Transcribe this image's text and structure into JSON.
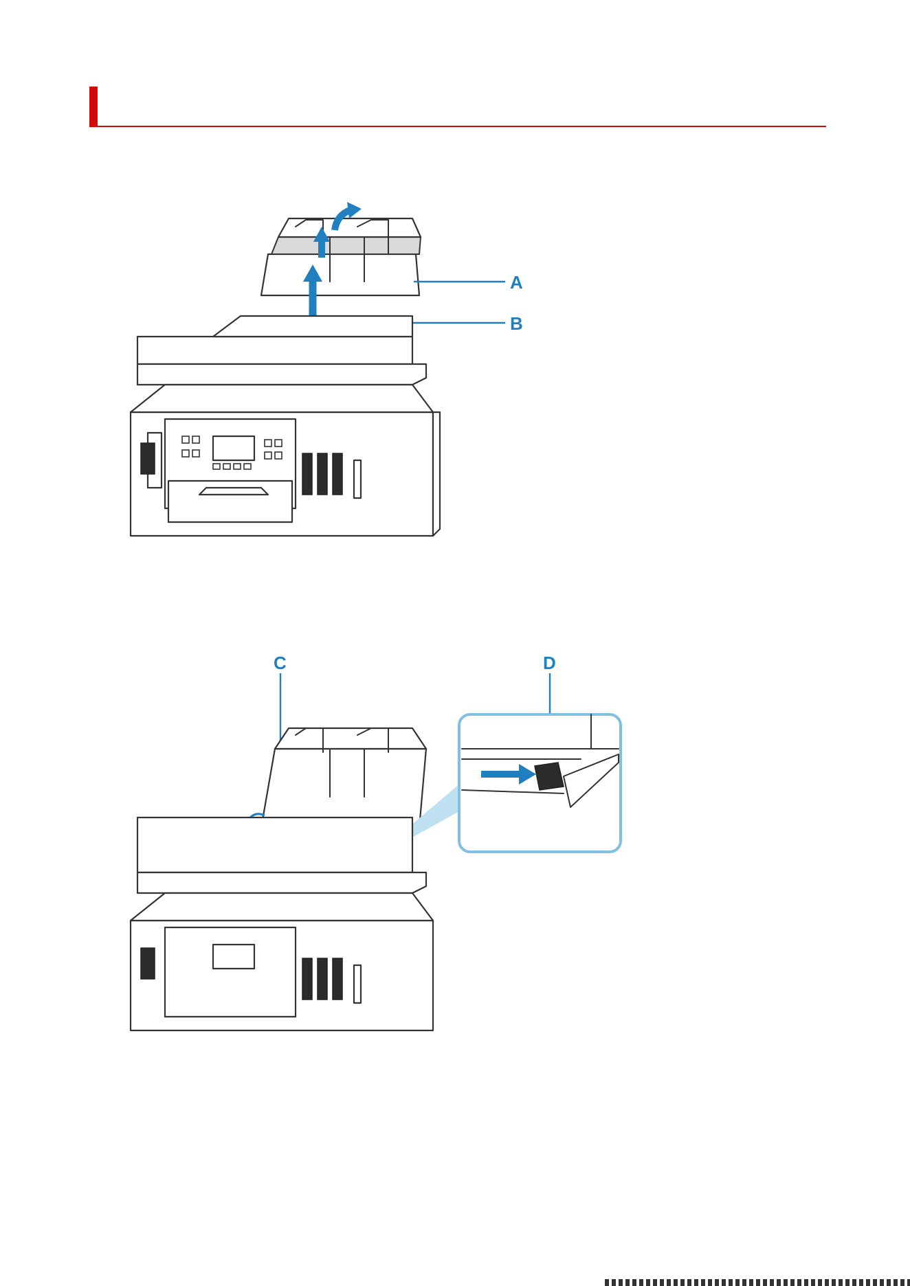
{
  "page": {
    "title": "",
    "accent_color": "#d10a0a",
    "callout_color": "#1f7fbf"
  },
  "figure1": {
    "callouts": [
      {
        "id": "A",
        "label": "A"
      },
      {
        "id": "B",
        "label": "B"
      }
    ]
  },
  "figure2": {
    "callouts": [
      {
        "id": "C",
        "label": "C"
      },
      {
        "id": "D",
        "label": "D"
      }
    ]
  }
}
